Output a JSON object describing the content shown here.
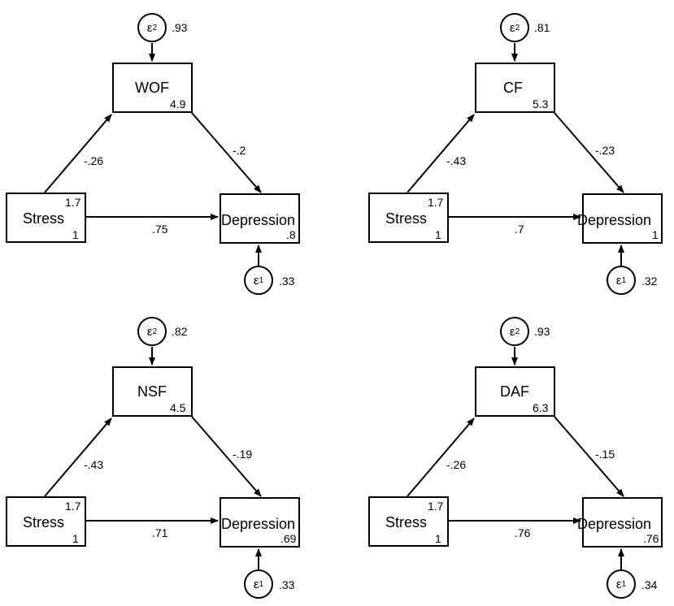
{
  "panels": [
    {
      "mediator": {
        "name": "WOF",
        "intercept": "4.9"
      },
      "e2": {
        "label": "ε",
        "sub": "2",
        "value": ".93"
      },
      "stress": {
        "name": "Stress",
        "mean": "1.7",
        "var": "1"
      },
      "depression": {
        "name": "Depression",
        "intercept": ".8"
      },
      "e1": {
        "label": "ε",
        "sub": "1",
        "value": ".33"
      },
      "paths": {
        "a": "-.26",
        "b": "-.2",
        "c": ".75"
      }
    },
    {
      "mediator": {
        "name": "CF",
        "intercept": "5.3"
      },
      "e2": {
        "label": "ε",
        "sub": "2",
        "value": ".81"
      },
      "stress": {
        "name": "Stress",
        "mean": "1.7",
        "var": "1"
      },
      "depression": {
        "name": "Depression",
        "intercept": "1"
      },
      "e1": {
        "label": "ε",
        "sub": "1",
        "value": ".32"
      },
      "paths": {
        "a": "-.43",
        "b": "-.23",
        "c": ".7"
      }
    },
    {
      "mediator": {
        "name": "NSF",
        "intercept": "4.5"
      },
      "e2": {
        "label": "ε",
        "sub": "2",
        "value": ".82"
      },
      "stress": {
        "name": "Stress",
        "mean": "1.7",
        "var": "1"
      },
      "depression": {
        "name": "Depression",
        "intercept": ".69"
      },
      "e1": {
        "label": "ε",
        "sub": "1",
        "value": ".33"
      },
      "paths": {
        "a": "-.43",
        "b": "-.19",
        "c": ".71"
      }
    },
    {
      "mediator": {
        "name": "DAF",
        "intercept": "6.3"
      },
      "e2": {
        "label": "ε",
        "sub": "2",
        "value": ".93"
      },
      "stress": {
        "name": "Stress",
        "mean": "1.7",
        "var": "1"
      },
      "depression": {
        "name": "Depression",
        "intercept": ".76"
      },
      "e1": {
        "label": "ε",
        "sub": "1",
        "value": ".34"
      },
      "paths": {
        "a": "-.26",
        "b": "-.15",
        "c": ".76"
      }
    }
  ]
}
